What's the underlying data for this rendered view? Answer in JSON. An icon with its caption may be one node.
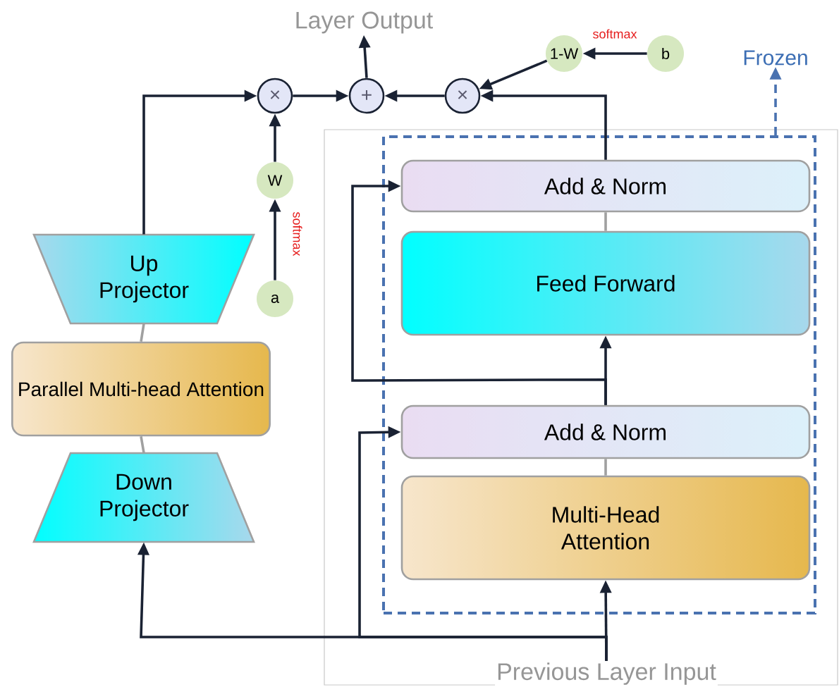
{
  "diagram": {
    "nodes": [
      {
        "text": [
          "Layer Output"
        ]
      },
      {
        "text": [
          "Frozen"
        ]
      },
      {
        "text": [
          "×"
        ]
      },
      {
        "text": [
          "+"
        ]
      },
      {
        "text": [
          "×"
        ]
      },
      {
        "text": [
          "1-W"
        ]
      },
      {
        "text": [
          "b"
        ]
      },
      {
        "text": [
          "W"
        ]
      },
      {
        "text": [
          "a"
        ]
      },
      {
        "text": [
          "Up Projector"
        ]
      },
      {
        "text": [
          "Parallel Multi-head Attention"
        ]
      },
      {
        "text": [
          "Down Projector"
        ]
      },
      {
        "text": [],
        "shape": "box"
      },
      {
        "text": [
          "Add & Norm"
        ],
        "in": 12
      },
      {
        "text": [
          "Feed Forward"
        ],
        "in": 12
      },
      {
        "text": [
          "Add & Norm"
        ],
        "in": 12
      },
      {
        "text": [
          "Multi-Head Attention"
        ],
        "in": 12
      },
      {
        "text": [
          "Previous Layer Input"
        ]
      }
    ],
    "edges": [
      {
        "from": 3,
        "to": 0,
        "arrow": "to"
      },
      {
        "from": 12,
        "to": 1,
        "arrow": "to",
        "style": "dashed",
        "color": "#4a72b0"
      },
      {
        "from": 2,
        "to": 3,
        "arrow": "to"
      },
      {
        "from": 4,
        "to": 3,
        "arrow": "to"
      },
      {
        "from": 6,
        "to": 5,
        "arrow": "to",
        "label": "softmax"
      },
      {
        "from": 5,
        "to": 4,
        "arrow": "to"
      },
      {
        "from": 7,
        "to": 2,
        "arrow": "to"
      },
      {
        "from": 8,
        "to": 7,
        "arrow": "to",
        "label": "softmax"
      },
      {
        "from": 9,
        "to": 2,
        "arrow": "to"
      },
      {
        "from": 13,
        "to": 4,
        "arrow": "to"
      },
      {
        "from": 10,
        "to": 9,
        "arrow": "none",
        "color": "#a0a0a0"
      },
      {
        "from": 11,
        "to": 10,
        "arrow": "none",
        "color": "#a0a0a0"
      },
      {
        "from": 14,
        "to": 13,
        "arrow": "none",
        "color": "#a0a0a0"
      },
      {
        "from": 16,
        "to": 15,
        "arrow": "none",
        "color": "#a0a0a0"
      },
      {
        "from": 15,
        "to": 14,
        "arrow": "to"
      },
      {
        "from": 15,
        "to": 13,
        "arrow": "to"
      },
      {
        "from": 17,
        "to": 16,
        "arrow": "to"
      },
      {
        "from": 17,
        "to": 15,
        "arrow": "to"
      },
      {
        "from": 17,
        "to": 11,
        "arrow": "to"
      }
    ]
  }
}
